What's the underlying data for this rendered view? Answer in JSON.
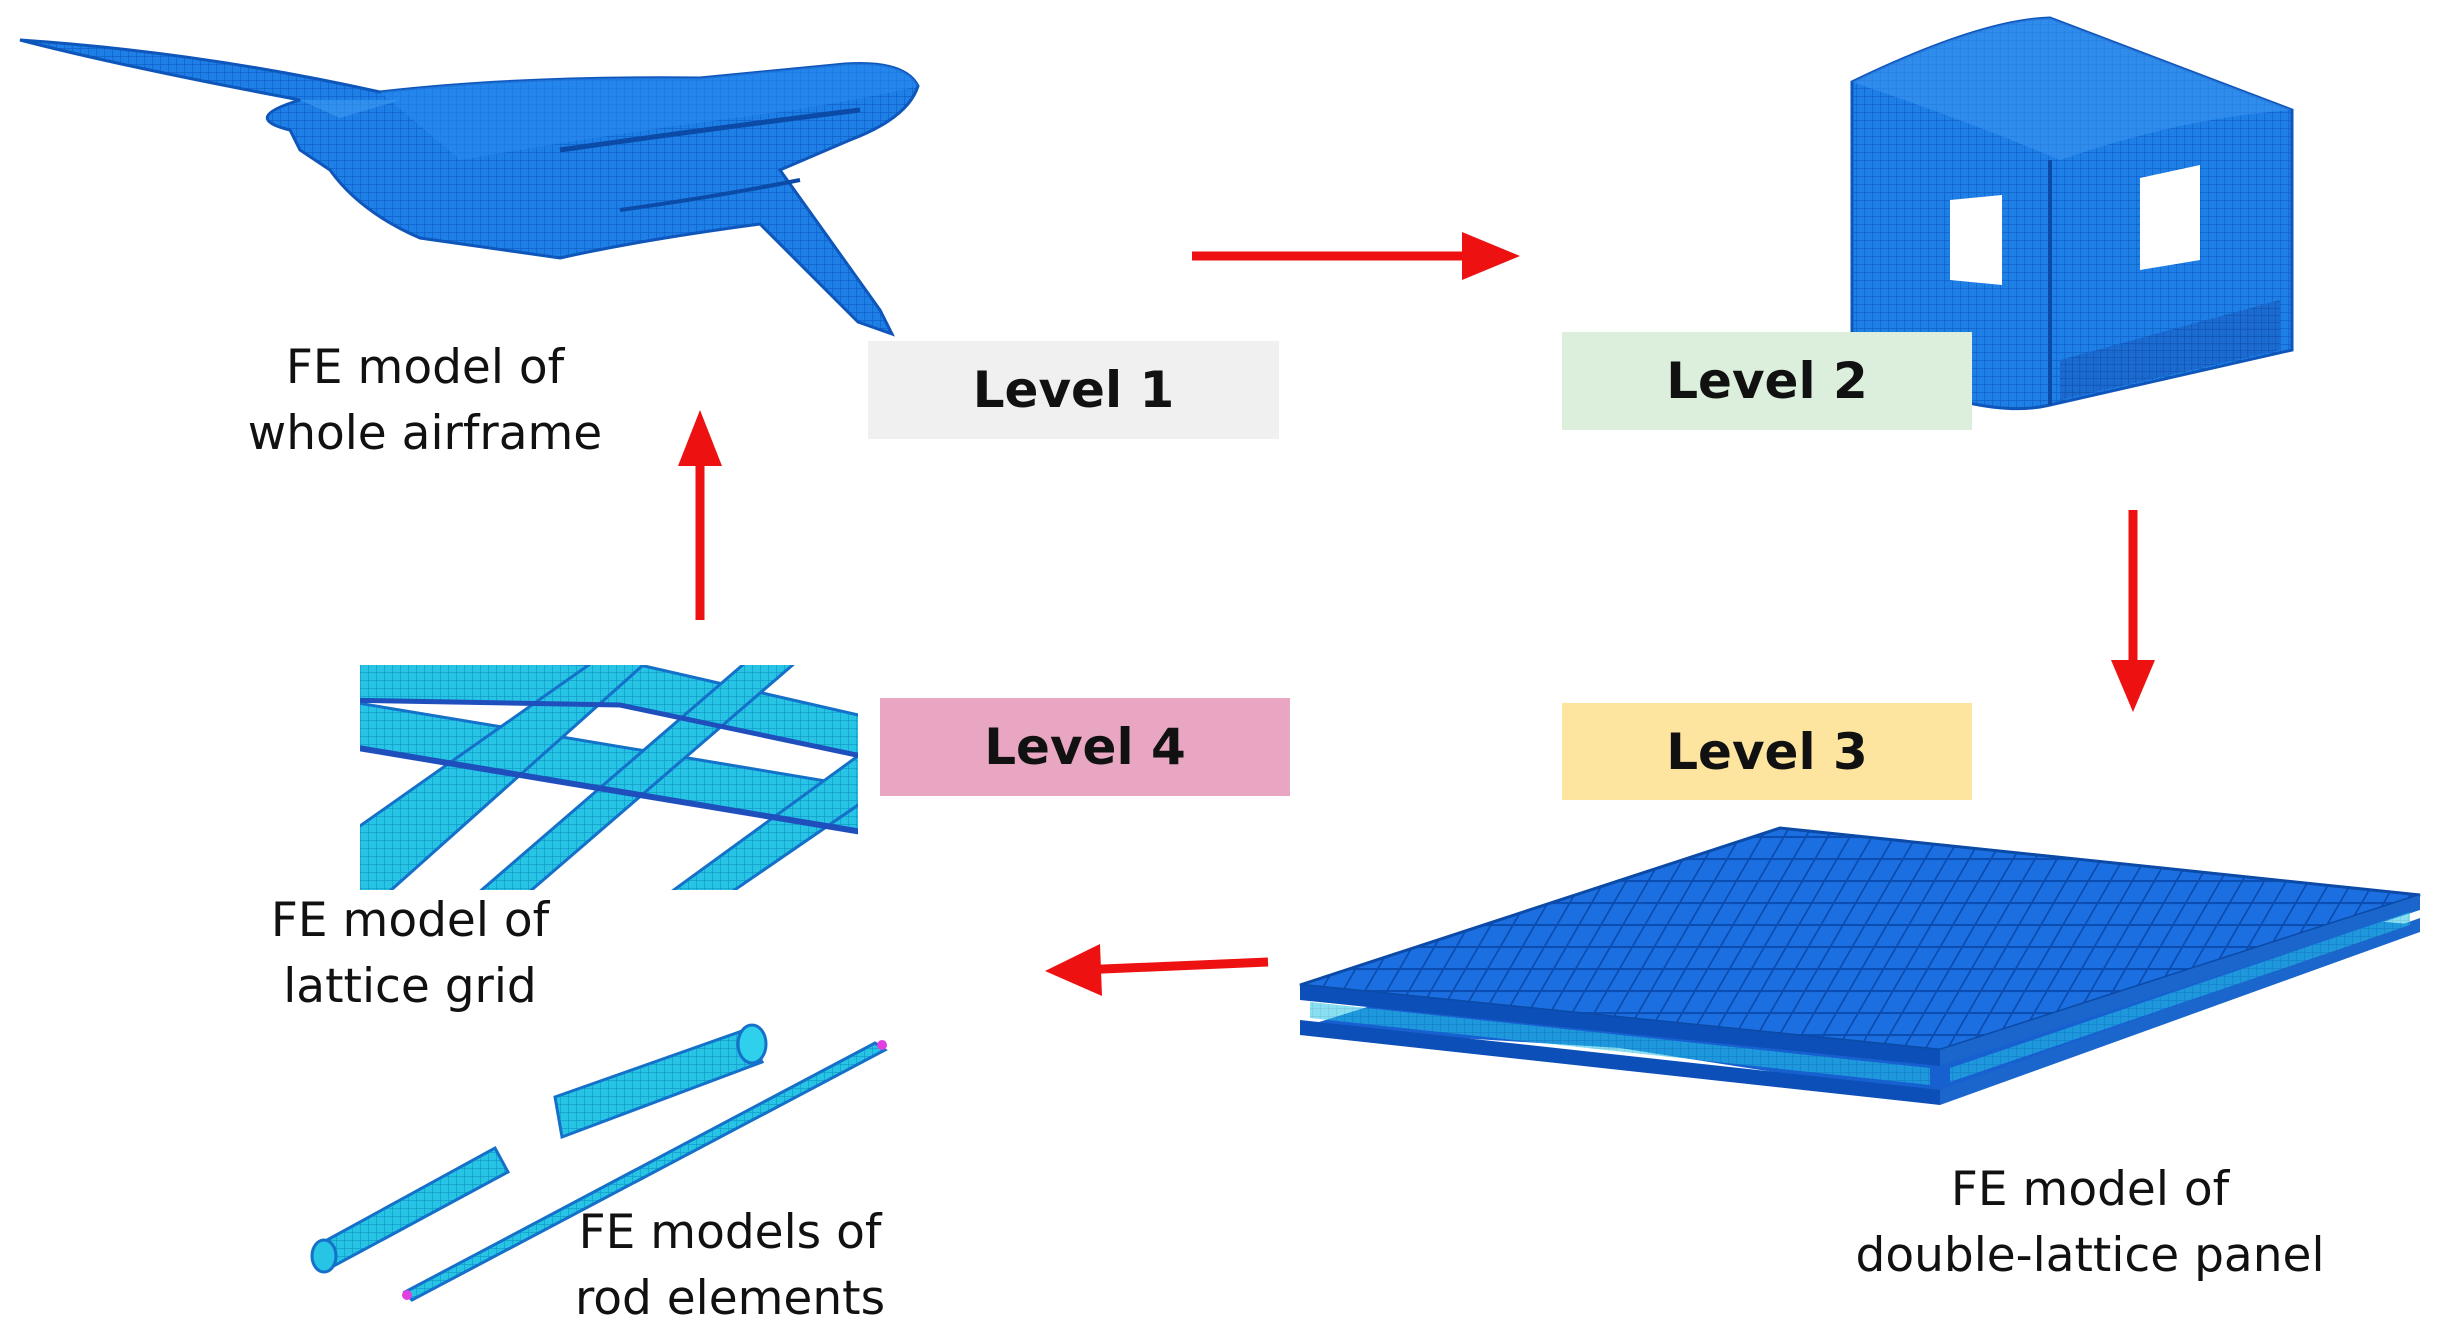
{
  "levels": [
    {
      "label": "Level 1",
      "color": "#f0f0f0"
    },
    {
      "label": "Level 2",
      "color": "#dcefdc"
    },
    {
      "label": "Level 3",
      "color": "#fde5a0"
    },
    {
      "label": "Level 4",
      "color": "#e8a6c2"
    }
  ],
  "captions": {
    "airframe": [
      "FE model of",
      "whole airframe"
    ],
    "panel": [
      "FE model of",
      "double-lattice panel"
    ],
    "lattice": [
      "FE model of",
      "lattice grid"
    ],
    "rods": [
      "FE models of",
      "rod elements"
    ]
  },
  "colors": {
    "arrow": "#ee1111",
    "mesh_blue": "#1e78e0",
    "mesh_cyan": "#22c8e8"
  }
}
